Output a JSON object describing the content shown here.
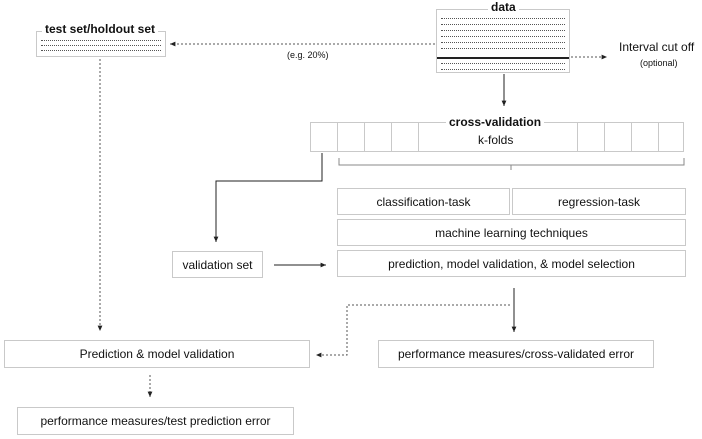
{
  "labels": {
    "data": "data",
    "test_set": "test set/holdout set",
    "split_note": "(e.g. 20%)",
    "interval": "Interval cut off",
    "optional": "(optional)",
    "cross_validation": "cross-validation",
    "kfolds": "k-folds",
    "classification": "classification-task",
    "regression": "regression-task",
    "ml": "machine learning techniques",
    "validation_set": "validation set",
    "prediction_selection": "prediction, model validation, & model selection",
    "prediction_validation": "Prediction & model validation",
    "cv_error": "performance measures/cross-validated error",
    "test_error": "performance measures/test prediction error"
  }
}
